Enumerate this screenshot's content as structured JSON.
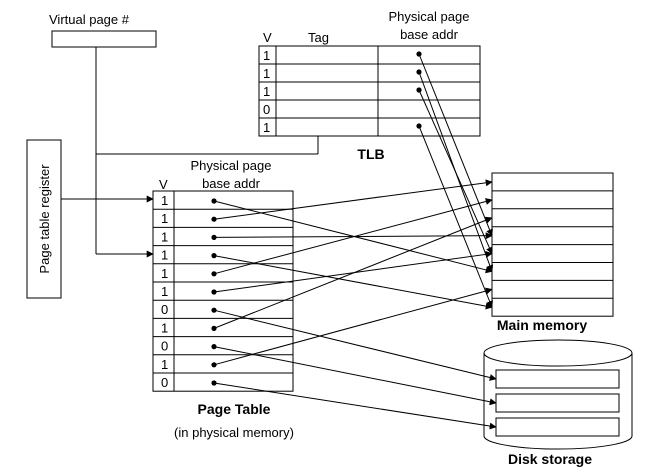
{
  "labels": {
    "virtual_page": "Virtual page #",
    "page_table_register": "Page table register",
    "tlb_v": "V",
    "tlb_tag": "Tag",
    "tlb_phys_1": "Physical page",
    "tlb_phys_2": "base addr",
    "tlb_title": "TLB",
    "pt_v": "V",
    "pt_phys_1": "Physical page",
    "pt_phys_2": "base addr",
    "pt_title": "Page Table",
    "pt_subtitle": "(in physical memory)",
    "main_memory": "Main memory",
    "disk_storage": "Disk storage"
  },
  "tlb_valid_bits": [
    "1",
    "1",
    "1",
    "0",
    "1"
  ],
  "page_table_valid_bits": [
    "1",
    "1",
    "1",
    "1",
    "1",
    "1",
    "0",
    "1",
    "0",
    "1",
    "0"
  ],
  "main_memory_rows": 8,
  "disk_slots": 3,
  "tlb_links": [
    3,
    5,
    4,
    7
  ],
  "page_table_links": [
    {
      "to": "mem",
      "idx": 5
    },
    {
      "to": "mem",
      "idx": 0
    },
    {
      "to": "mem",
      "idx": 3
    },
    {
      "to": "mem",
      "idx": 7
    },
    {
      "to": "mem",
      "idx": 1
    },
    {
      "to": "mem",
      "idx": 4
    },
    {
      "to": "disk",
      "idx": 0
    },
    {
      "to": "mem",
      "idx": 2
    },
    {
      "to": "disk",
      "idx": 1
    },
    {
      "to": "mem",
      "idx": 6
    },
    {
      "to": "disk",
      "idx": 2
    }
  ]
}
